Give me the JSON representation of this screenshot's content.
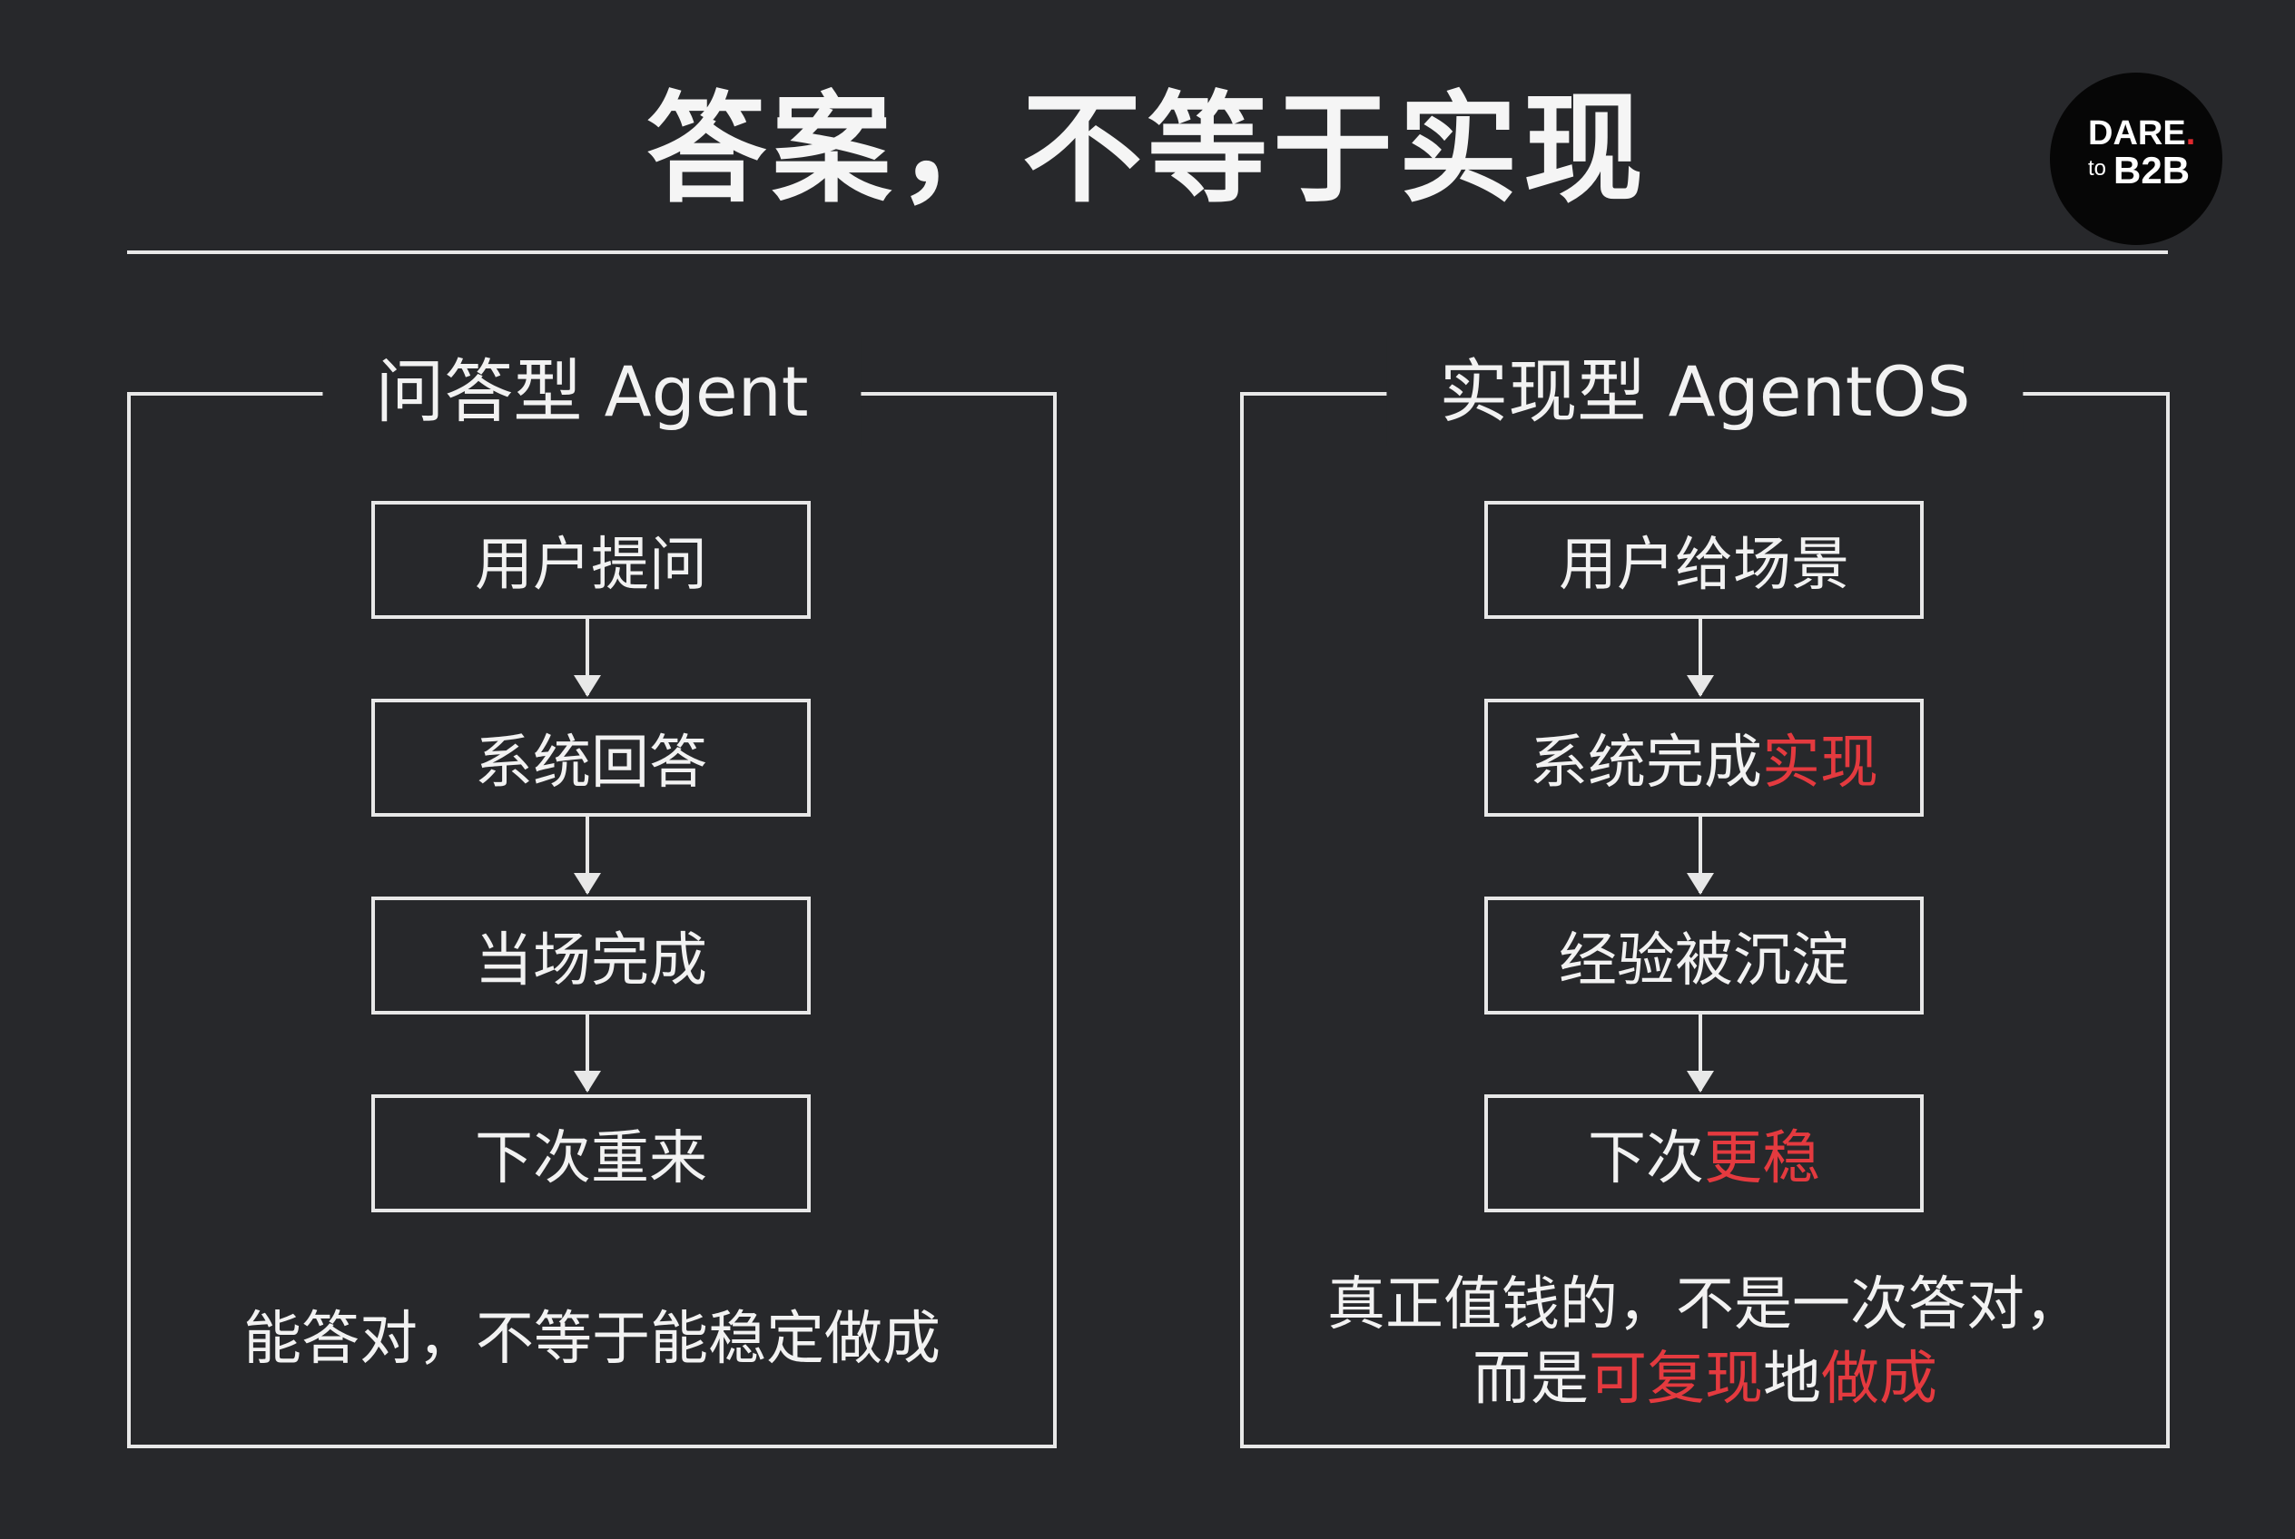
{
  "title": "答案，不等于实现",
  "logo": {
    "dare": "DARE",
    "dot": ".",
    "to": "to",
    "b2b": "B2B"
  },
  "left": {
    "title": "问答型 Agent",
    "steps": [
      "用户提问",
      "系统回答",
      "当场完成",
      "下次重来"
    ],
    "caption": "能答对，不等于能稳定做成"
  },
  "right": {
    "title": "实现型 AgentOS",
    "step1": "用户给场景",
    "step2_a": "系统完成",
    "step2_b": "实现",
    "step3": "经验被沉淀",
    "step4_a": "下次",
    "step4_b": "更稳",
    "caption_line1": "真正值钱的，不是一次答对，",
    "caption_line2_a": "而是",
    "caption_line2_b": "可复现",
    "caption_line2_c": "地",
    "caption_line2_d": "做成"
  },
  "colors": {
    "background": "#27282b",
    "foreground": "#f2f2f2",
    "highlight": "#e43a3f",
    "logo_bg": "#060606"
  }
}
